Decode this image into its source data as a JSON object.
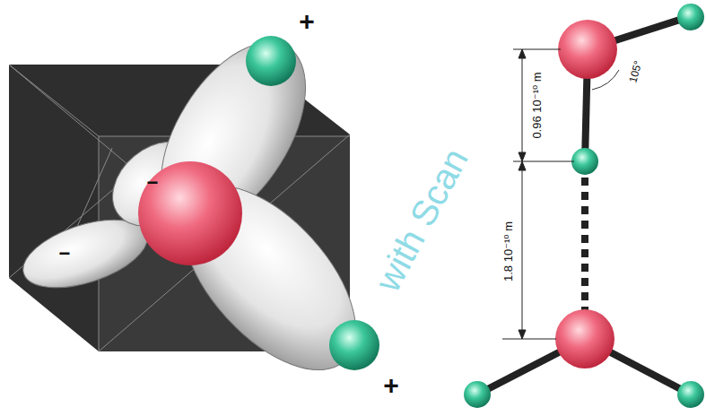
{
  "diagram": {
    "labels": [
      "+",
      "+",
      "−",
      "−",
      "0.96 10⁻¹⁰ m",
      "1.8 10⁻¹⁰ m",
      "105°",
      "with Scan"
    ]
  }
}
